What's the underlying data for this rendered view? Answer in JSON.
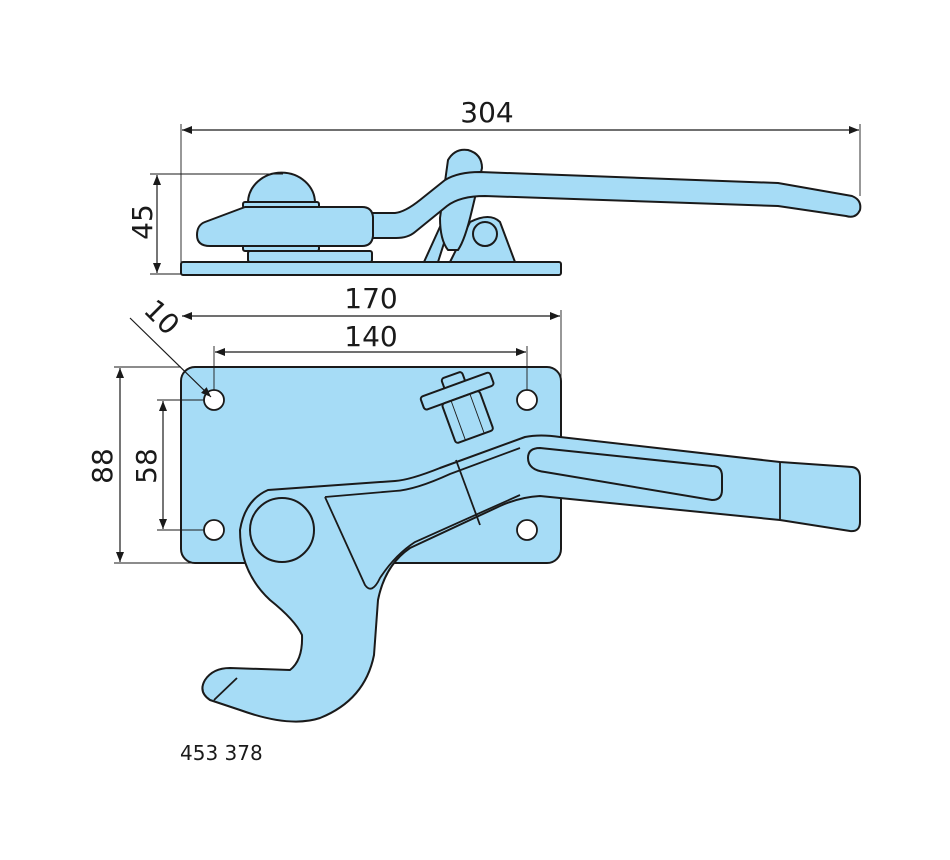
{
  "drawing": {
    "part_number": "453 378",
    "fill_color": "#a6dcf6",
    "line_color": "#1a1a1a",
    "dimensions": {
      "overall_length": "304",
      "height": "45",
      "plate_width": "170",
      "hole_spacing_horizontal": "140",
      "hole_offset": "10",
      "plate_height": "88",
      "hole_spacing_vertical": "58"
    }
  }
}
